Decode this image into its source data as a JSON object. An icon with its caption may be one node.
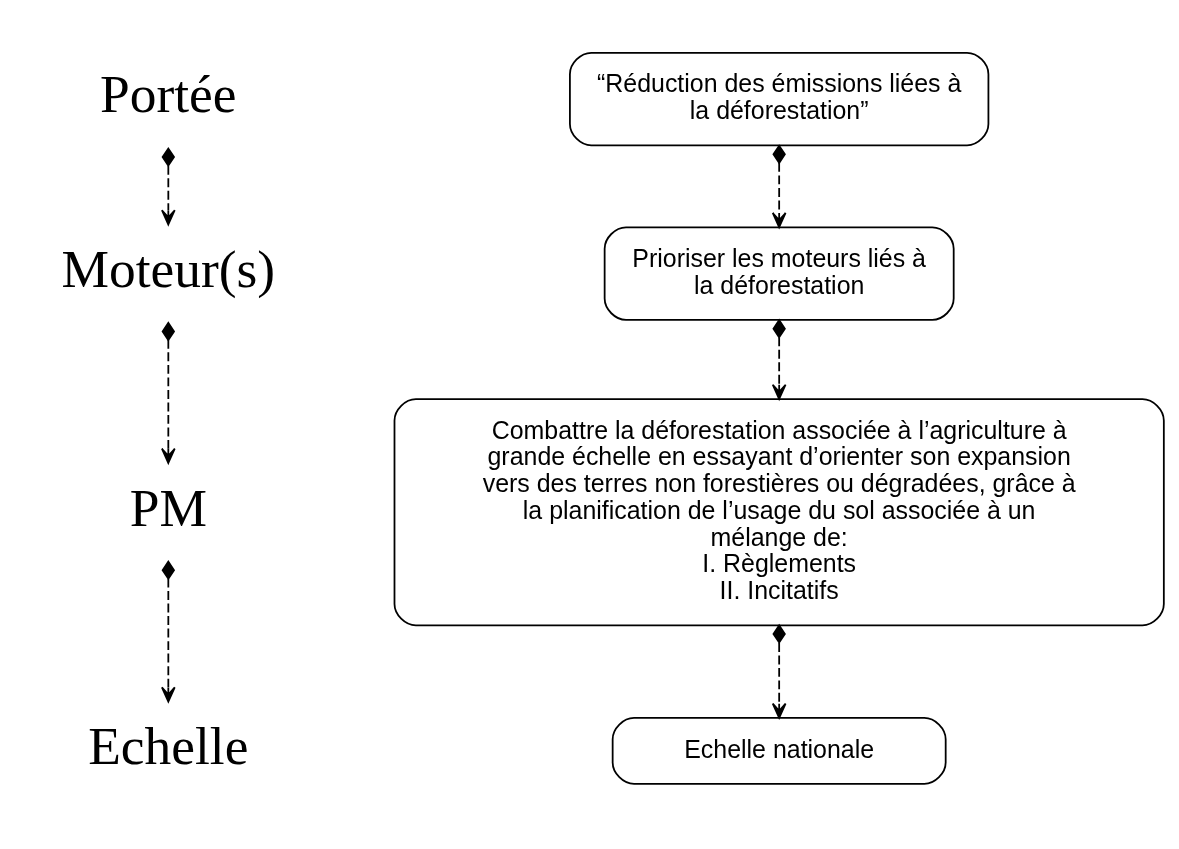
{
  "diagram": {
    "nodes": [
      {
        "text": [
          "Portée"
        ]
      },
      {
        "text": [
          "Moteur(s)"
        ]
      },
      {
        "text": [
          "PM"
        ]
      },
      {
        "text": [
          "Echelle"
        ]
      },
      {
        "text": [
          "“Réduction des émissions liées à la déforestation”"
        ]
      },
      {
        "text": [
          "Prioriser les moteurs liés à la déforestation"
        ]
      },
      {
        "text": [
          "Combattre la déforestation associée à l’agriculture à grande échelle en essayant d’orienter son expansion vers des terres non forestières ou dégradées, grâce à la planification de l’usage du sol associée à un mélange de:",
          "I. Règlements",
          "II. Incitatifs"
        ]
      },
      {
        "text": [
          "Echelle nationale"
        ]
      }
    ],
    "edges": [
      {
        "from": 0,
        "to": 1,
        "arrow": "to",
        "style": "dashed"
      },
      {
        "from": 1,
        "to": 2,
        "arrow": "to",
        "style": "dashed"
      },
      {
        "from": 2,
        "to": 3,
        "arrow": "to",
        "style": "dashed"
      },
      {
        "from": 4,
        "to": 5,
        "arrow": "to",
        "style": "dashed"
      },
      {
        "from": 5,
        "to": 6,
        "arrow": "to",
        "style": "dashed"
      },
      {
        "from": 6,
        "to": 7,
        "arrow": "to",
        "style": "dashed"
      }
    ]
  }
}
